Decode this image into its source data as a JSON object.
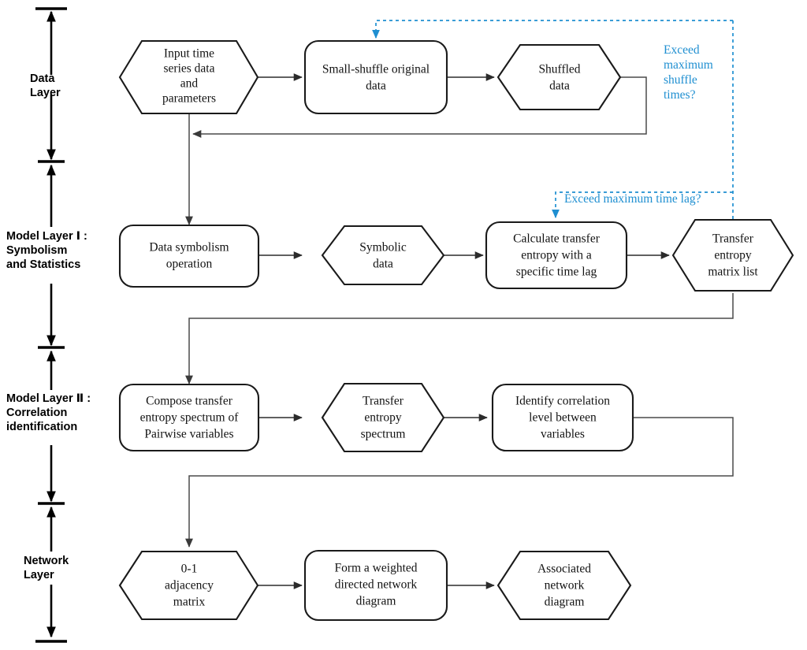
{
  "figure": {
    "title": "Transfer entropy network construction flowchart",
    "background_color": "#ffffff",
    "accent_color": "#1f8fd1",
    "line_color": "#2b2b2b"
  },
  "axis": {
    "layers": [
      {
        "id": "data-layer",
        "lines": [
          "Data",
          "Layer"
        ]
      },
      {
        "id": "model-layer-1",
        "lines": [
          "Model Layer Ⅰ :",
          "Symbolism",
          "and Statistics"
        ]
      },
      {
        "id": "model-layer-2",
        "lines": [
          "Model Layer Ⅱ :",
          "Correlation",
          "identification"
        ]
      },
      {
        "id": "network-layer",
        "lines": [
          "Network",
          "Layer"
        ]
      }
    ]
  },
  "nodes": [
    {
      "id": "input-time-series",
      "shape": "hexagon",
      "row": 1,
      "lines": [
        "Input time",
        "series data",
        "and",
        "parameters"
      ]
    },
    {
      "id": "small-shuffle",
      "shape": "rounded-rect",
      "row": 1,
      "lines": [
        "Small-shuffle original",
        "data"
      ]
    },
    {
      "id": "shuffled-data",
      "shape": "hexagon",
      "row": 1,
      "lines": [
        "Shuffled",
        "data"
      ]
    },
    {
      "id": "data-symbolism",
      "shape": "rounded-rect",
      "row": 2,
      "lines": [
        "Data symbolism",
        "operation"
      ]
    },
    {
      "id": "symbolic-data",
      "shape": "hexagon",
      "row": 2,
      "lines": [
        "Symbolic",
        "data"
      ]
    },
    {
      "id": "calculate-transfer-entropy",
      "shape": "rounded-rect",
      "row": 2,
      "lines": [
        "Calculate transfer",
        "entropy with a",
        "specific time lag"
      ]
    },
    {
      "id": "transfer-entropy-matrix-list",
      "shape": "hexagon",
      "row": 2,
      "lines": [
        "Transfer",
        "entropy",
        "matrix list"
      ]
    },
    {
      "id": "compose-te-spectrum",
      "shape": "rounded-rect",
      "row": 3,
      "lines": [
        "Compose transfer",
        "entropy spectrum of",
        "Pairwise variables"
      ]
    },
    {
      "id": "transfer-entropy-spectrum",
      "shape": "hexagon",
      "row": 3,
      "lines": [
        "Transfer",
        "entropy",
        "spectrum"
      ]
    },
    {
      "id": "identify-correlation",
      "shape": "rounded-rect",
      "row": 3,
      "lines": [
        "Identify correlation",
        "level between",
        "variables"
      ]
    },
    {
      "id": "adjacency-matrix",
      "shape": "hexagon",
      "row": 4,
      "lines": [
        "0-1",
        "adjacency",
        "matrix"
      ]
    },
    {
      "id": "form-weighted-network",
      "shape": "rounded-rect",
      "row": 4,
      "lines": [
        "Form a weighted",
        "directed network",
        "diagram"
      ]
    },
    {
      "id": "associated-network-diagram",
      "shape": "hexagon",
      "row": 4,
      "lines": [
        "Associated",
        "network",
        "diagram"
      ]
    }
  ],
  "decision_labels": [
    {
      "id": "exceed-max-shuffle-times",
      "lines": [
        "Exceed",
        "maximum",
        "shuffle",
        "times?"
      ],
      "color": "#1f8fd1"
    },
    {
      "id": "exceed-max-time-lag",
      "lines": [
        "Exceed maximum time lag?"
      ],
      "color": "#1f8fd1"
    }
  ]
}
